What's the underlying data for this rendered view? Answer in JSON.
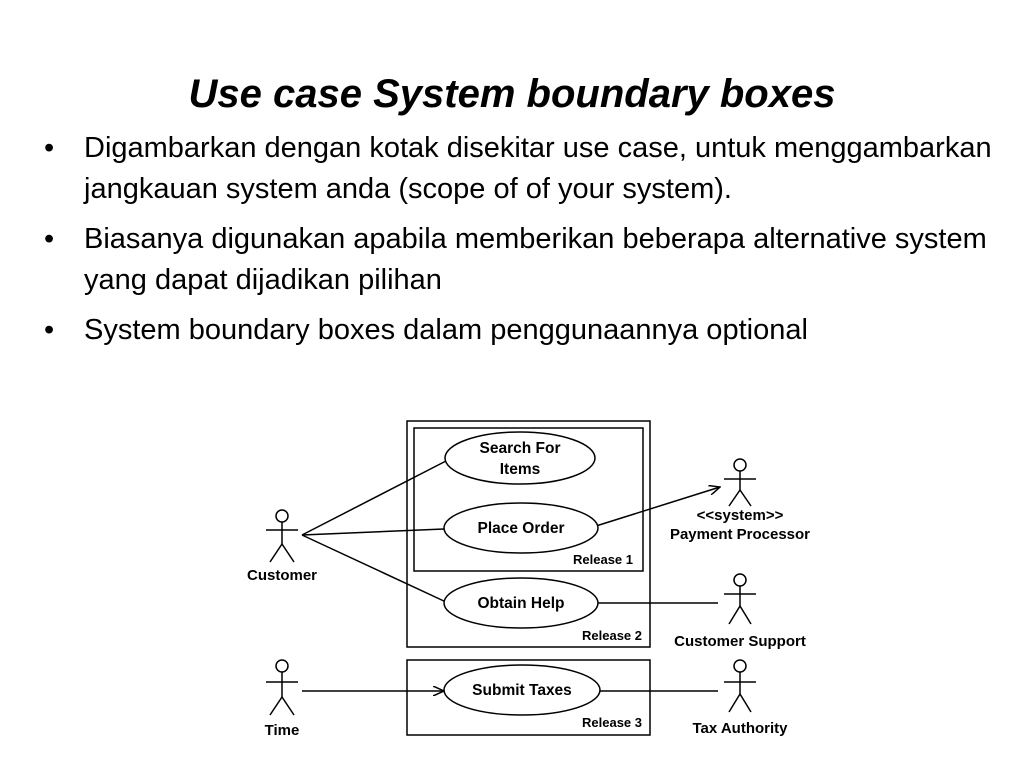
{
  "slide": {
    "title": "Use case System boundary boxes",
    "bullets": [
      {
        "marker": "•",
        "text": "Digambarkan dengan kotak disekitar use case, untuk menggambarkan jangkauan system anda (scope of of your system)."
      },
      {
        "marker": "•",
        "text": "Biasanya digunakan apabila memberikan beberapa alternative system yang dapat dijadikan pilihan"
      },
      {
        "marker": "•",
        "text": "System boundary boxes dalam penggunaannya optional"
      }
    ]
  },
  "diagram": {
    "actors": {
      "customer": "Customer",
      "time": "Time",
      "payment_stereotype": "<<system>>",
      "payment": "Payment Processor",
      "support": "Customer Support",
      "tax": "Tax Authority"
    },
    "use_cases": {
      "search_line1": "Search For",
      "search_line2": "Items",
      "place_order": "Place Order",
      "obtain_help": "Obtain Help",
      "submit_taxes": "Submit Taxes"
    },
    "boundaries": {
      "release1": "Release 1",
      "release2": "Release 2",
      "release3": "Release 3"
    }
  }
}
